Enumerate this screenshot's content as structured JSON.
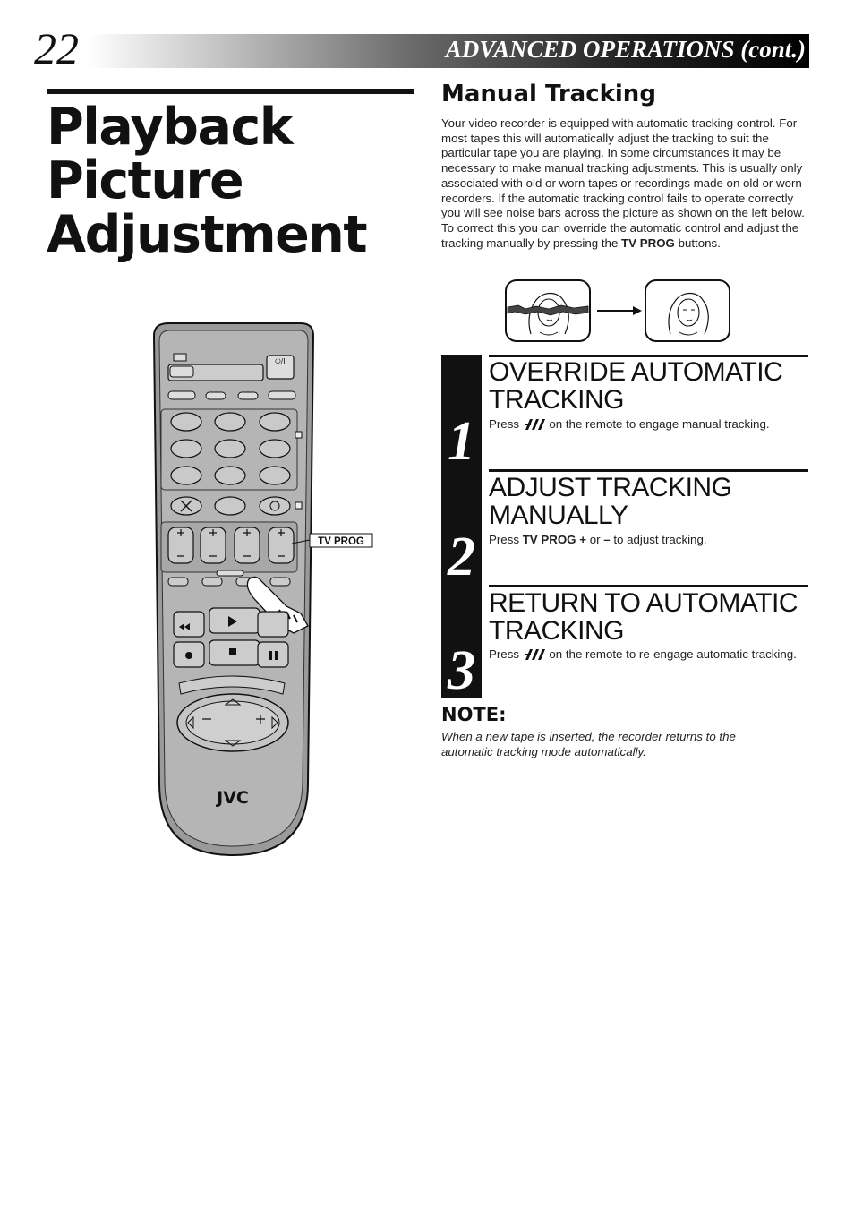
{
  "header": {
    "page_number": "22",
    "section": "ADVANCED OPERATIONS (cont.)"
  },
  "title": "Playback Picture Adjustment",
  "manual_tracking": {
    "heading": "Manual Tracking",
    "intro": "Your video recorder is equipped with automatic tracking control. For most tapes this will automatically adjust the tracking to suit the particular tape you are playing. In some circumstances it may be necessary to make manual tracking adjustments. This is usually only associated with old or worn tapes or recordings made on old or worn recorders. If the automatic tracking control fails to operate correctly  you will see noise bars across the picture as shown on the left below. To correct this you can override the automatic control and adjust the tracking manually by pressing the ",
    "intro_key": "TV PROG",
    "intro_end": " buttons."
  },
  "steps": [
    {
      "number": "1",
      "heading": "OVERRIDE AUTOMATIC TRACKING",
      "text_before": "Press ",
      "text_after": " on the remote to engage manual tracking.",
      "icon": "tracking-icon"
    },
    {
      "number": "2",
      "heading": "ADJUST TRACKING MANUALLY",
      "text_before": "Press ",
      "key": "TV PROG +",
      "text_mid": " or ",
      "key2": "–",
      "text_after": " to adjust tracking."
    },
    {
      "number": "3",
      "heading": "RETURN TO AUTOMATIC TRACKING",
      "text_before": "Press ",
      "text_after": " on the remote to re-engage automatic tracking.",
      "icon": "tracking-icon"
    }
  ],
  "note": {
    "heading": "NOTE:",
    "text": "When a new tape is inserted, the recorder returns to the automatic tracking mode automatically."
  },
  "remote": {
    "callout": "TV PROG",
    "brand": "JVC",
    "power_label": "⏻/I"
  }
}
